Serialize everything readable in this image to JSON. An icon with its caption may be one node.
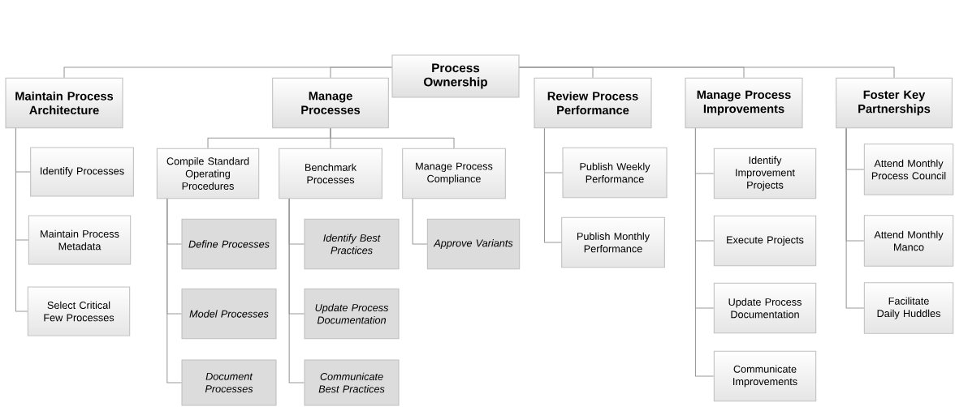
{
  "diagram": {
    "nodes": [
      {
        "text": [
          "Process Ownership"
        ]
      },
      {
        "text": [
          "Maintain Process Architecture"
        ]
      },
      {
        "text": [
          "Manage Processes"
        ]
      },
      {
        "text": [
          "Review Process Performance"
        ]
      },
      {
        "text": [
          "Manage Process Improvements"
        ]
      },
      {
        "text": [
          "Foster Key Partnerships"
        ]
      },
      {
        "text": [
          "Identify Processes"
        ]
      },
      {
        "text": [
          "Maintain Process Metadata"
        ]
      },
      {
        "text": [
          "Select Critical Few Processes"
        ]
      },
      {
        "text": [
          "Compile Standard Operating Procedures"
        ]
      },
      {
        "text": [
          "Benchmark Processes"
        ]
      },
      {
        "text": [
          "Manage Process Compliance"
        ]
      },
      {
        "text": [
          "Define Processes"
        ]
      },
      {
        "text": [
          "Model Processes"
        ]
      },
      {
        "text": [
          "Document Processes"
        ]
      },
      {
        "text": [
          "Identify Best Practices"
        ]
      },
      {
        "text": [
          "Update Process Documentation"
        ]
      },
      {
        "text": [
          "Communicate Best Practices"
        ]
      },
      {
        "text": [
          "Approve Variants"
        ]
      },
      {
        "text": [
          "Publish Weekly Performance"
        ]
      },
      {
        "text": [
          "Publish Monthly Performance"
        ]
      },
      {
        "text": [
          "Identify Improvement Projects"
        ]
      },
      {
        "text": [
          "Execute Projects"
        ]
      },
      {
        "text": [
          "Update Process Documentation"
        ]
      },
      {
        "text": [
          "Communicate Improvements"
        ]
      },
      {
        "text": [
          "Attend Monthly Process Council"
        ]
      },
      {
        "text": [
          "Attend Monthly Manco"
        ]
      },
      {
        "text": [
          "Facilitate Daily Huddles"
        ]
      }
    ],
    "edges": [
      {
        "from": 0,
        "to": 1,
        "arrow": "none"
      },
      {
        "from": 0,
        "to": 2,
        "arrow": "none"
      },
      {
        "from": 0,
        "to": 3,
        "arrow": "none"
      },
      {
        "from": 0,
        "to": 4,
        "arrow": "none"
      },
      {
        "from": 0,
        "to": 5,
        "arrow": "none"
      },
      {
        "from": 1,
        "to": 6,
        "arrow": "none"
      },
      {
        "from": 1,
        "to": 7,
        "arrow": "none"
      },
      {
        "from": 1,
        "to": 8,
        "arrow": "none"
      },
      {
        "from": 2,
        "to": 9,
        "arrow": "none"
      },
      {
        "from": 2,
        "to": 10,
        "arrow": "none"
      },
      {
        "from": 2,
        "to": 11,
        "arrow": "none"
      },
      {
        "from": 9,
        "to": 12,
        "arrow": "none"
      },
      {
        "from": 9,
        "to": 13,
        "arrow": "none"
      },
      {
        "from": 9,
        "to": 14,
        "arrow": "none"
      },
      {
        "from": 10,
        "to": 15,
        "arrow": "none"
      },
      {
        "from": 10,
        "to": 16,
        "arrow": "none"
      },
      {
        "from": 10,
        "to": 17,
        "arrow": "none"
      },
      {
        "from": 11,
        "to": 18,
        "arrow": "none"
      },
      {
        "from": 3,
        "to": 19,
        "arrow": "none"
      },
      {
        "from": 3,
        "to": 20,
        "arrow": "none"
      },
      {
        "from": 4,
        "to": 21,
        "arrow": "none"
      },
      {
        "from": 4,
        "to": 22,
        "arrow": "none"
      },
      {
        "from": 4,
        "to": 23,
        "arrow": "none"
      },
      {
        "from": 4,
        "to": 24,
        "arrow": "none"
      },
      {
        "from": 5,
        "to": 25,
        "arrow": "none"
      },
      {
        "from": 5,
        "to": 26,
        "arrow": "none"
      },
      {
        "from": 5,
        "to": 27,
        "arrow": "none"
      }
    ]
  }
}
